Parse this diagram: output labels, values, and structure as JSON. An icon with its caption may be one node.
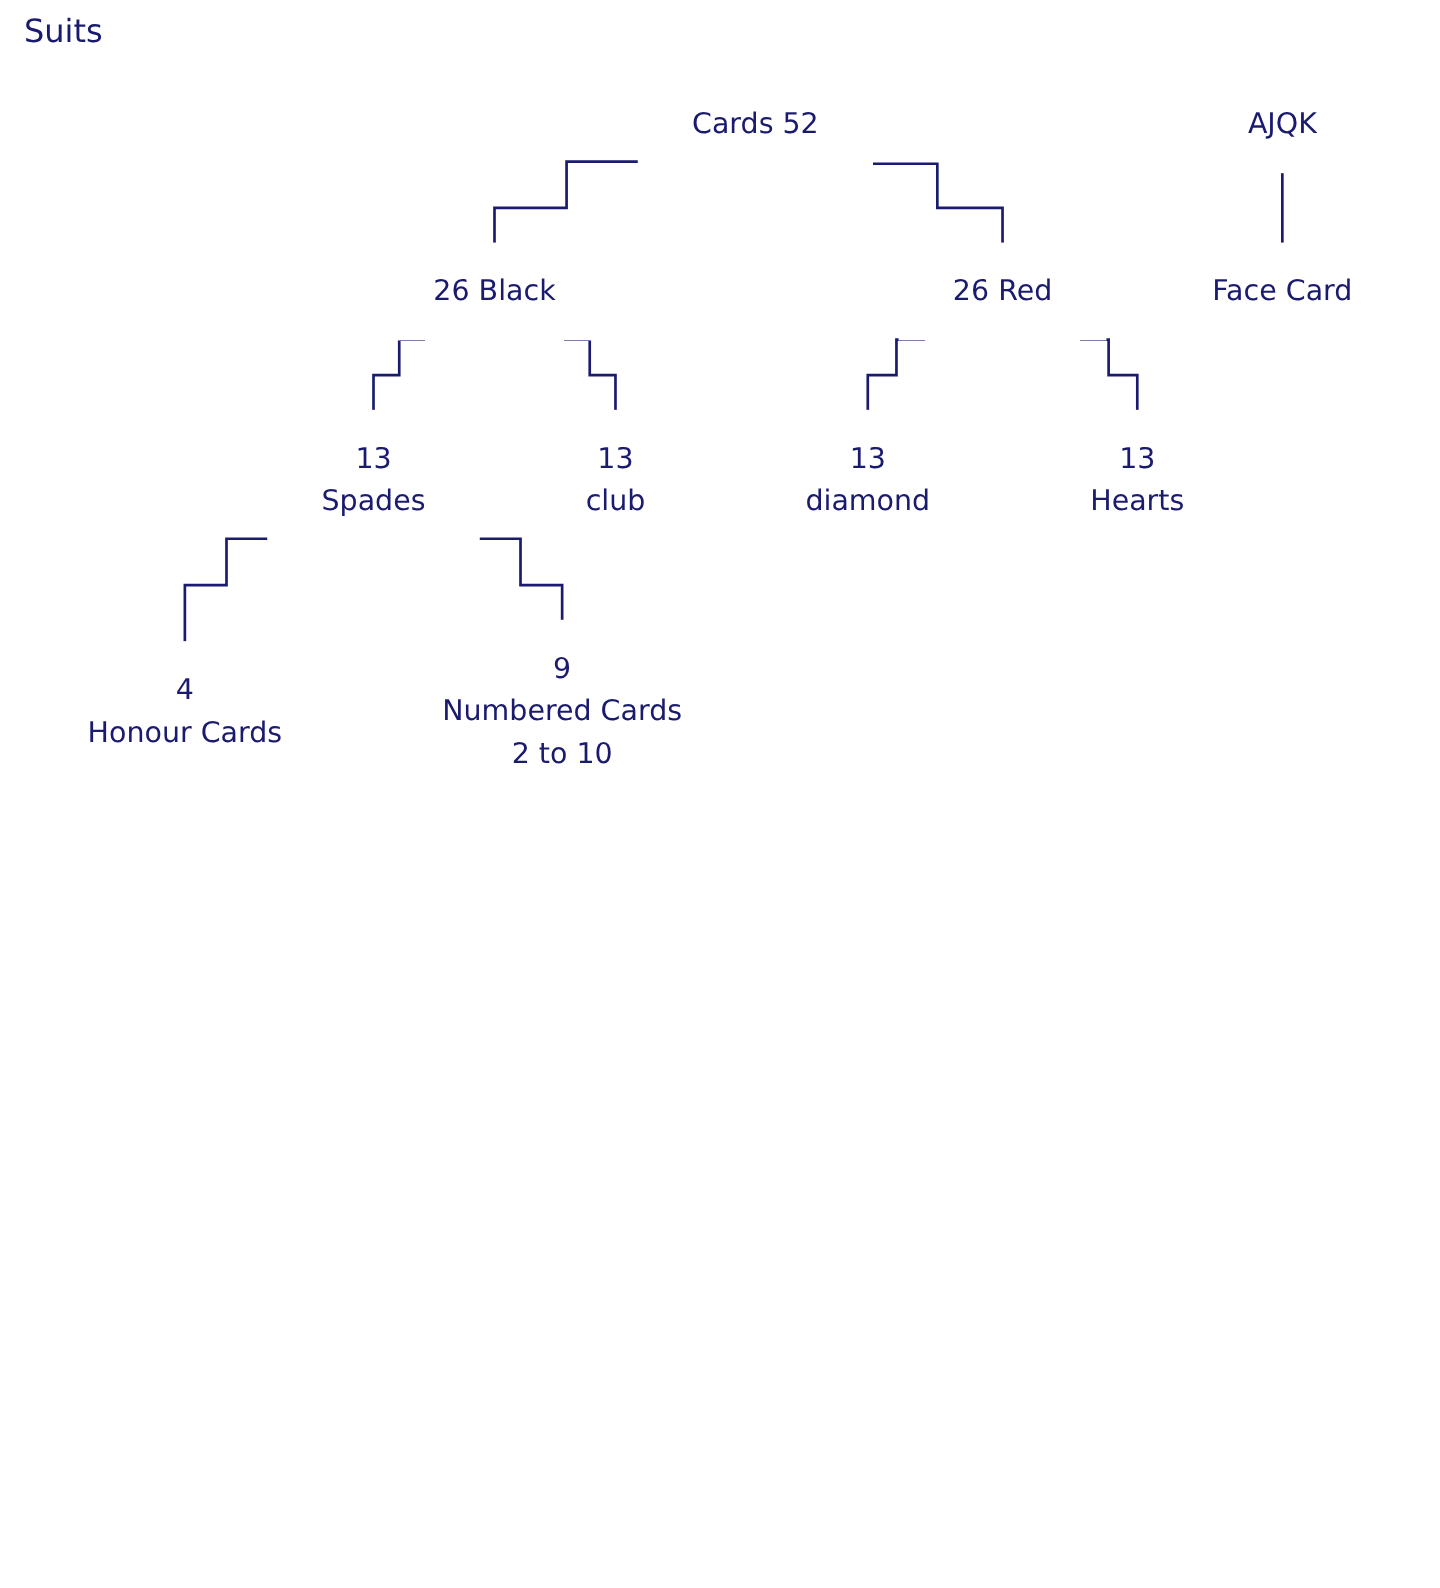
{
  "diagram": {
    "nodes": [
      {
        "text": [
          "Cards 52"
        ]
      },
      {
        "text": [
          "26 Black"
        ]
      },
      {
        "text": [
          "26 Red"
        ]
      },
      {
        "text": [
          "13",
          "Spades"
        ]
      },
      {
        "text": [
          "13",
          "club"
        ]
      },
      {
        "text": [
          "13",
          "diamond"
        ]
      },
      {
        "text": [
          "13",
          "Hearts"
        ]
      },
      {
        "text": [
          "4",
          "Honour Cards"
        ]
      },
      {
        "text": [
          "9",
          "Numbered Cards",
          "2 to 10"
        ]
      },
      {
        "text": [
          "AJQK"
        ]
      },
      {
        "text": [
          "Face Card"
        ]
      }
    ],
    "edges": [
      {
        "from": 0,
        "to": 1,
        "arrow": "none"
      },
      {
        "from": 0,
        "to": 2,
        "arrow": "none"
      },
      {
        "from": 1,
        "to": 3,
        "arrow": "none"
      },
      {
        "from": 1,
        "to": 4,
        "arrow": "none"
      },
      {
        "from": 2,
        "to": 5,
        "arrow": "none"
      },
      {
        "from": 2,
        "to": 6,
        "arrow": "none"
      },
      {
        "from": 3,
        "to": 7,
        "arrow": "none"
      },
      {
        "from": 3,
        "to": 8,
        "arrow": "none"
      },
      {
        "from": 9,
        "to": 10,
        "arrow": "none"
      }
    ],
    "labels": [
      "Suits"
    ]
  }
}
